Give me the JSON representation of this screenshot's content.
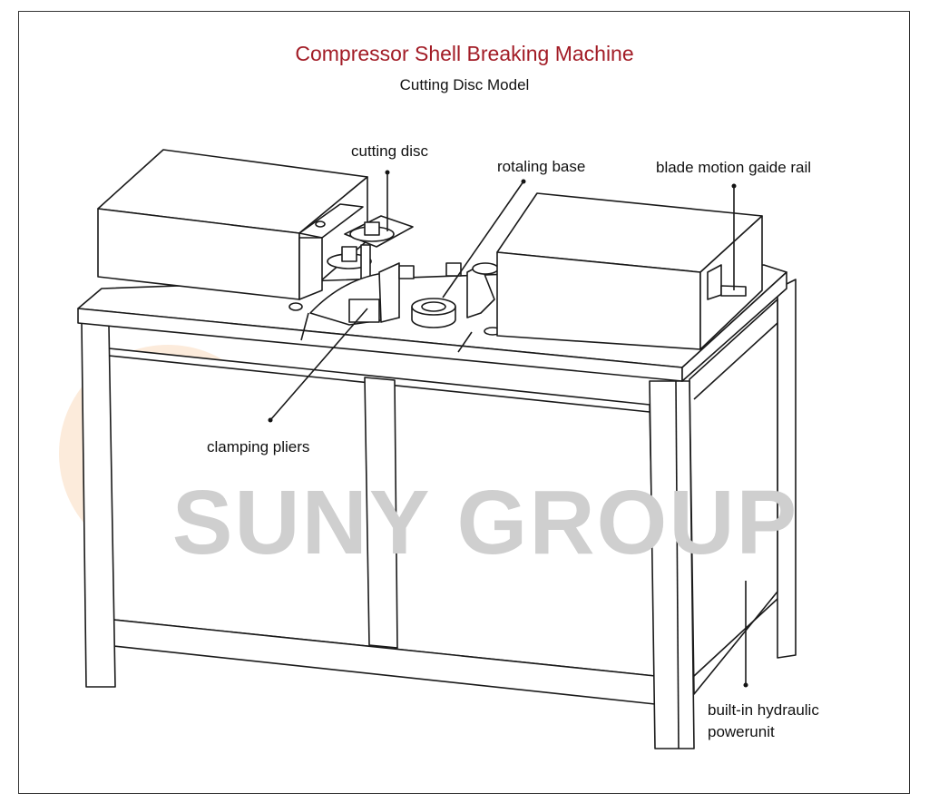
{
  "title": "Compressor Shell Breaking Machine",
  "subtitle": "Cutting Disc Model",
  "watermark": "SUNY GROUP",
  "labels": {
    "cutting_disc": "cutting disc",
    "rotating_base": "rotaling base",
    "guide_rail": "blade motion gaide rail",
    "clamping_pliers": "clamping pliers",
    "hydraulic_line1": "built-in hydraulic",
    "hydraulic_line2": "powerunit"
  },
  "colors": {
    "title": "#a21c26",
    "watermark_gear": "#f6c9a0"
  }
}
